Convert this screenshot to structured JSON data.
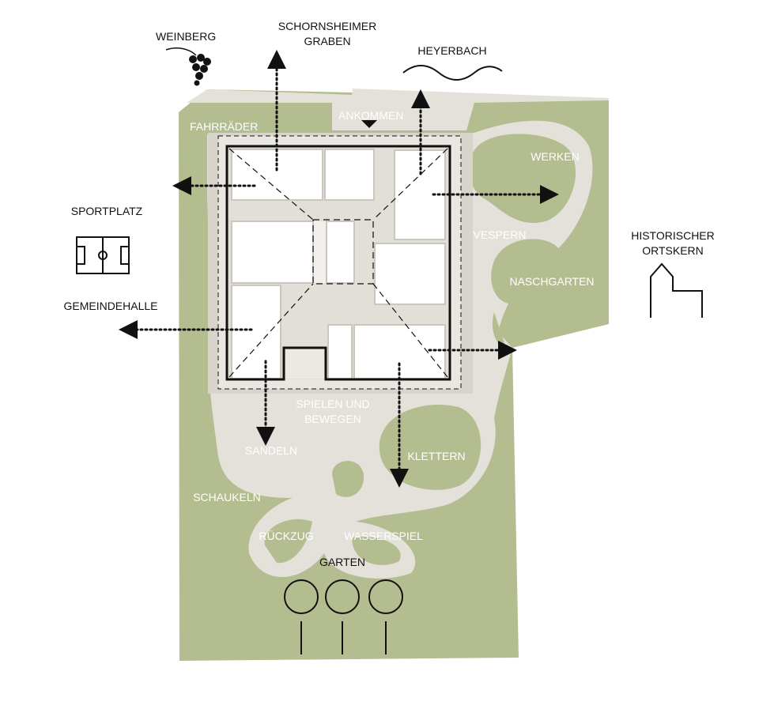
{
  "colors": {
    "lawn": "#b3bd90",
    "path": "#e4e1da",
    "wall": "#cbc6bb",
    "ink": "#111111",
    "label": "#ffffff"
  },
  "surroundings": {
    "weinberg": "WEINBERG",
    "graben_1": "SCHORNSHEIMER",
    "graben_2": "GRABEN",
    "heyerbach": "HEYERBACH",
    "sportplatz": "SPORTPLATZ",
    "gemeindehalle": "GEMEINDEHALLE",
    "ortskern_1": "HISTORISCHER",
    "ortskern_2": "ORTSKERN",
    "garten": "GARTEN"
  },
  "zones": {
    "fahrraeder": "FAHRRÄDER",
    "ankommen": "ANKOMMEN",
    "werken": "WERKEN",
    "vespern": "VESPERN",
    "naschgarten": "NASCHGARTEN",
    "spielen_1": "SPIELEN UND",
    "spielen_2": "BEWEGEN",
    "sandeln": "SANDELN",
    "klettern": "KLETTERN",
    "schaukeln": "SCHAUKELN",
    "rueckzug": "RÜCKZUG",
    "wasserspiel": "WASSERSPIEL"
  }
}
